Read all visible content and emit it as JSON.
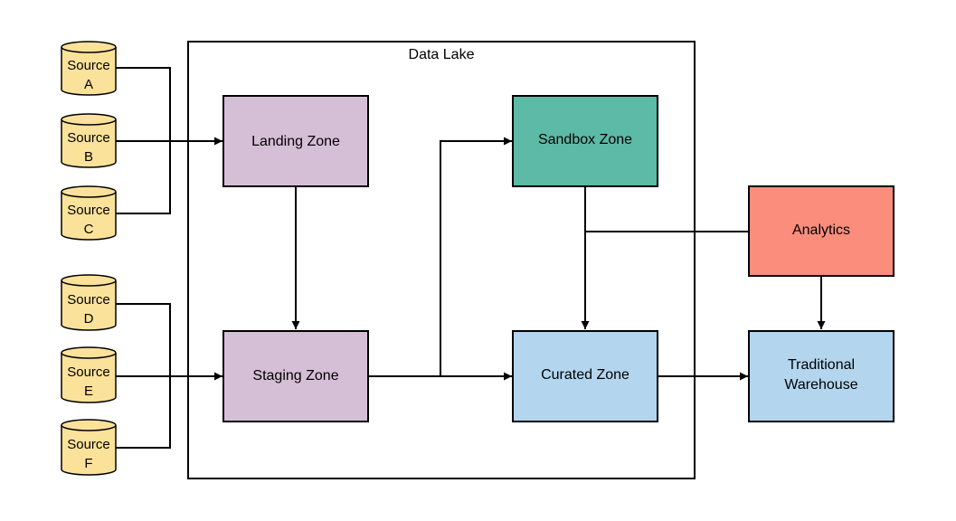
{
  "colors": {
    "source": "#fbe29a",
    "landing": "#d5bfd6",
    "staging": "#d5bfd6",
    "sandbox": "#5dbaa6",
    "curated": "#b3d5ee",
    "warehouse": "#b3d5ee",
    "analytics": "#fb8d7d"
  },
  "diagram": {
    "container": {
      "label": "Data Lake"
    },
    "sources": [
      {
        "line1": "Source",
        "line2": "A"
      },
      {
        "line1": "Source",
        "line2": "B"
      },
      {
        "line1": "Source",
        "line2": "C"
      },
      {
        "line1": "Source",
        "line2": "D"
      },
      {
        "line1": "Source",
        "line2": "E"
      },
      {
        "line1": "Source",
        "line2": "F"
      }
    ],
    "zones": {
      "landing": "Landing Zone",
      "staging": "Staging Zone",
      "sandbox": "Sandbox Zone",
      "curated": "Curated Zone",
      "analytics": "Analytics",
      "warehouse_line1": "Traditional",
      "warehouse_line2": "Warehouse"
    }
  }
}
